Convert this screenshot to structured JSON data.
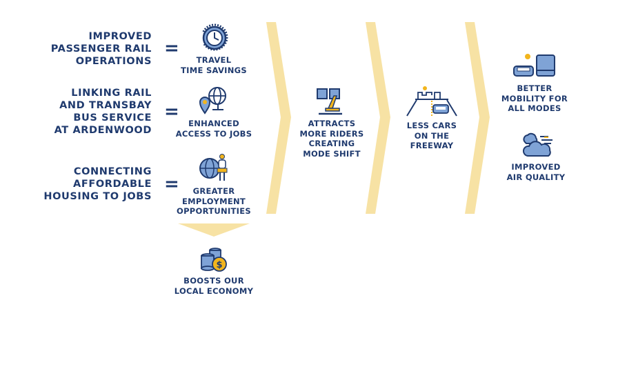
{
  "colors": {
    "navy": "#1f3a6e",
    "blue": "#7fa3d6",
    "yellow": "#f2b51d",
    "chevron": "#f7e2a4"
  },
  "causes": [
    {
      "text": "IMPROVED\nPASSENGER RAIL\nOPERATIONS"
    },
    {
      "text": "LINKING RAIL\nAND TRANSBAY\nBUS SERVICE\nAT ARDENWOOD"
    },
    {
      "text": "CONNECTING\nAFFORDABLE\nHOUSING TO JOBS"
    }
  ],
  "equals": "=",
  "benefits": [
    {
      "icon": "clock-icon",
      "text": "TRAVEL\nTIME SAVINGS"
    },
    {
      "icon": "globe-location-icon",
      "text": "ENHANCED\nACCESS TO JOBS"
    },
    {
      "icon": "globe-worker-icon",
      "text": "GREATER\nEMPLOYMENT\nOPPORTUNITIES"
    },
    {
      "icon": "coins-dollar-icon",
      "text": "BOOSTS OUR\nLOCAL ECONOMY"
    }
  ],
  "step2": {
    "icon": "train-seat-icon",
    "text": "ATTRACTS\nMORE RIDERS\nCREATING\nMODE SHIFT"
  },
  "step3": {
    "icon": "freeway-car-icon",
    "text": "LESS CARS\nON THE\nFREEWAY"
  },
  "outcomes": [
    {
      "icon": "car-bus-icon",
      "text": "BETTER\nMOBILITY FOR\nALL MODES"
    },
    {
      "icon": "clouds-icon",
      "text": "IMPROVED\nAIR QUALITY"
    }
  ]
}
